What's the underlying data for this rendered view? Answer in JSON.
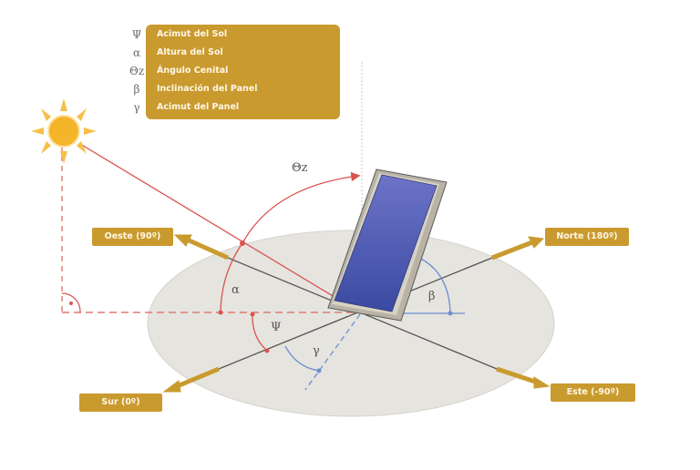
{
  "legend": {
    "items": [
      {
        "symbol": "Ψ",
        "label": "Acimut del Sol"
      },
      {
        "symbol": "α",
        "label": "Altura del Sol"
      },
      {
        "symbol": "Θz",
        "label": "Ángulo Cenital"
      },
      {
        "symbol": "β",
        "label": "Inclinación del Panel"
      },
      {
        "symbol": "γ",
        "label": "Acimut del Panel"
      }
    ]
  },
  "directions": {
    "west": "Oeste (90º)",
    "north": "Norte (180º)",
    "south": "Sur (0º)",
    "east": "Este (-90º)"
  },
  "angles": {
    "zenith": "Θz",
    "altitude": "α",
    "sun_azimuth": "Ψ",
    "panel_azimuth": "γ",
    "panel_tilt": "β"
  },
  "colors": {
    "label_bg": "#c99a2e",
    "label_text": "#fff7e6",
    "ground": "#e6e4df",
    "sun_ray": "#d9534f",
    "panel_lines": "#6a8fd0",
    "panel_face": "#4a55a8",
    "sun": "#f5b52a"
  }
}
